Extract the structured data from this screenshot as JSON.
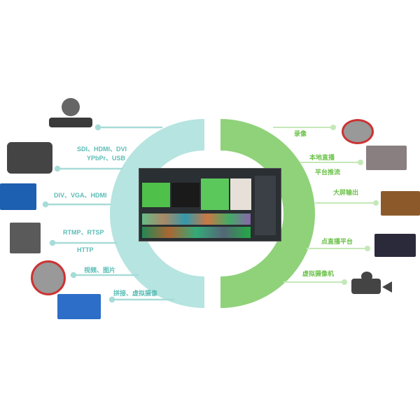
{
  "colors": {
    "input": "#b6e4e0",
    "output": "#8fd27a",
    "input_text": "#5bbdb6",
    "output_text": "#6cc24a"
  },
  "inputs": [
    {
      "label": "SDI、HDMI、DVI",
      "label2": "YPbPr、USB",
      "icon": "camcorder-icon"
    },
    {
      "label": "DIV、VGA、HDMI",
      "icon": "computer-screen-icon"
    },
    {
      "label": "RTMP、RTSP",
      "label2": "HTTP",
      "icon": "ip-camera-icon"
    },
    {
      "label": "视频、图片",
      "icon": "film-reel-icon"
    },
    {
      "label": "拼接、虚拟摄像",
      "icon": "virtual-presenters-icon"
    }
  ],
  "outputs": [
    {
      "label": "录像",
      "icon": "film-reel-icon"
    },
    {
      "label": "本地直播",
      "label2": "平台推流",
      "icon": "live-photo-icon"
    },
    {
      "label": "大屏输出",
      "icon": "conference-hall-icon"
    },
    {
      "label": "点直播平台",
      "icon": "video-wall-icon"
    },
    {
      "label": "虚拟摄像机",
      "icon": "video-camera-icon"
    }
  ]
}
